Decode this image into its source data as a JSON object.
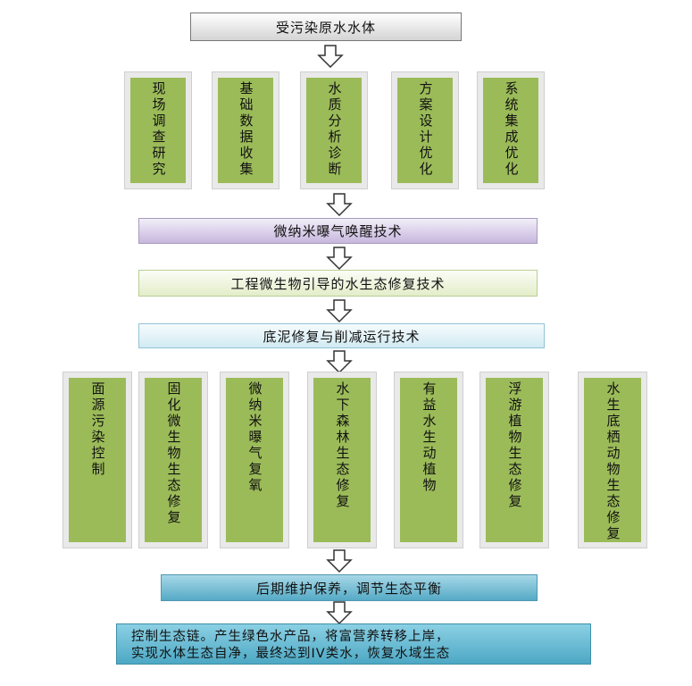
{
  "top_label": "受污染原水水体",
  "row1": [
    {
      "label": "现场调查研究"
    },
    {
      "label": "基础数据收集"
    },
    {
      "label": "水质分析诊断"
    },
    {
      "label": "方案设计优化"
    },
    {
      "label": "系统集成优化"
    }
  ],
  "band_1": "微纳米曝气唤醒技术",
  "band_2": "工程微生物引导的水生态修复技术",
  "band_3": "底泥修复与削减运行技术",
  "row2": [
    {
      "label": "面源污染控制"
    },
    {
      "label": "固化微生物生态修复"
    },
    {
      "label": "微纳米曝气复氧"
    },
    {
      "label": "水下森林生态修复"
    },
    {
      "label": "有益水生动植物"
    },
    {
      "label": "浮游植物生态修复"
    },
    {
      "label": "水生底栖动物生态修复"
    }
  ],
  "band_4": "后期维护保养，调节生态平衡",
  "bottom_line_1": "控制生态链。产生绿色水产品，将富营养转移上岸，",
  "bottom_line_2": "实现水体生态自净，最终达到IV类水，恢复水域生态",
  "colors": {
    "green_fill": "#9bbb59",
    "purple_band": "#c7b7de",
    "light_green_band": "#e3edc9",
    "light_blue_band": "#d2ebf3",
    "teal_band": "#55aac5",
    "arrow_fill": "#ffffff"
  },
  "icons": [
    "down-arrow-icon"
  ]
}
